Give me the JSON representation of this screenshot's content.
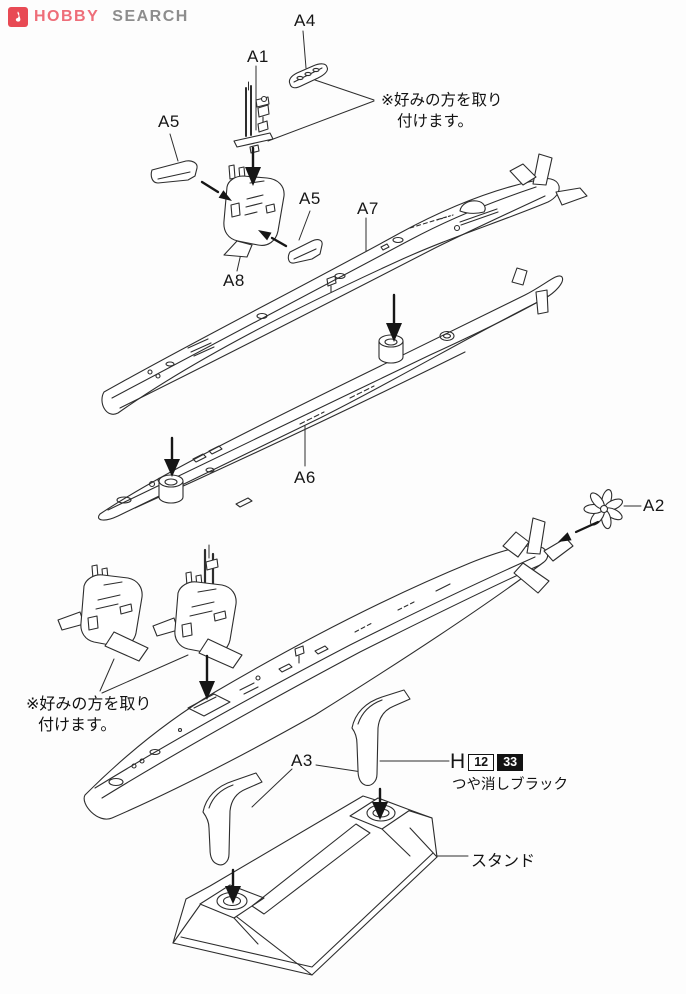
{
  "logo": {
    "brand_primary": "HOBBY",
    "brand_secondary": "SEARCH",
    "colors": {
      "icon_bg": "#e84a54",
      "primary": "#ee6e79",
      "secondary": "#8d8d8d"
    }
  },
  "diagram": {
    "line_color": "#2d2d2d",
    "labels": {
      "a1": "A1",
      "a2": "A2",
      "a3": "A3",
      "a4": "A4",
      "a5_left": "A5",
      "a5_right": "A5",
      "a6": "A6",
      "a7": "A7",
      "a8": "A8"
    },
    "notes": {
      "top": {
        "line1": "※好みの方を取り",
        "line2": "付けます。"
      },
      "bottom": {
        "line1": "※好みの方を取り",
        "line2": "付けます。"
      }
    },
    "paint_callout": {
      "prefix": "H",
      "code_light": "12",
      "code_dark": "33",
      "color_name": "つや消しブラック"
    },
    "stand_label": "スタンド"
  }
}
